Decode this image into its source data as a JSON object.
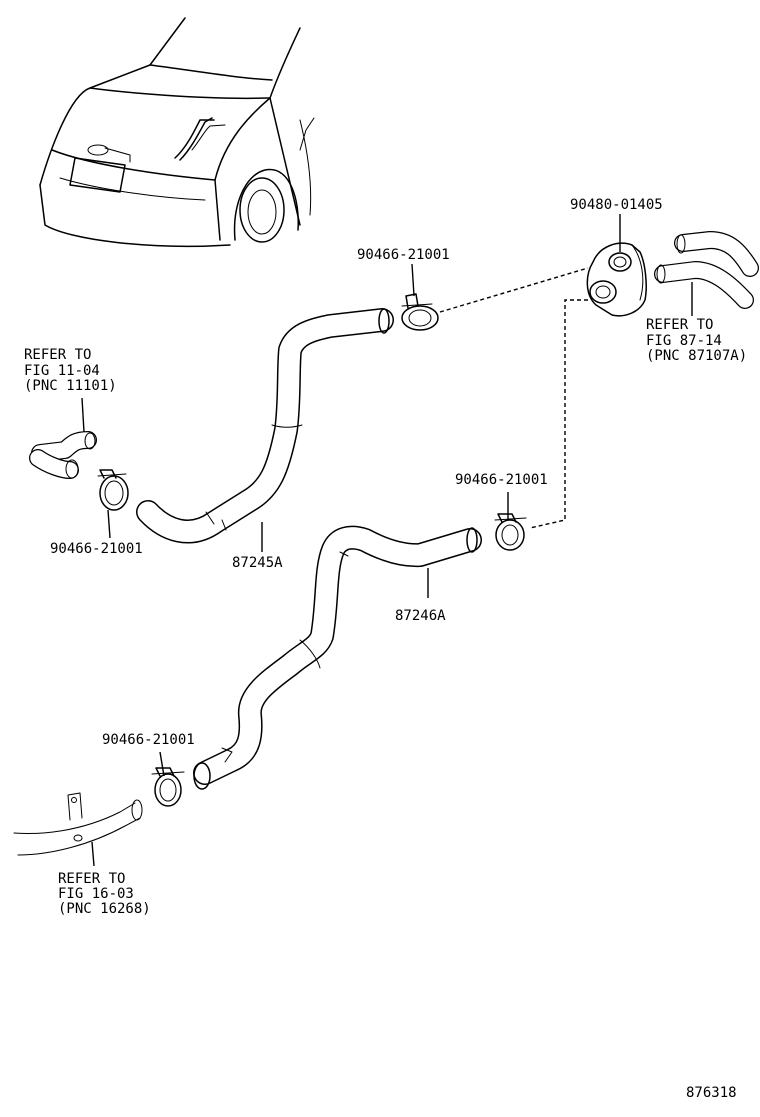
{
  "diagram": {
    "part_labels": {
      "grommet": "90480-01405",
      "clamp_top": "90466-21001",
      "clamp_left": "90466-21001",
      "clamp_mid_right": "90466-21001",
      "clamp_bottom": "90466-21001",
      "hose_upper": "87245A",
      "hose_lower": "87246A"
    },
    "refer_left": {
      "line1": "REFER TO",
      "line2": "FIG 11-04",
      "line3": "(PNC 11101)"
    },
    "refer_right": {
      "line1": "REFER TO",
      "line2": "FIG 87-14",
      "line3": "(PNC 87107A)"
    },
    "refer_bottom": {
      "line1": "REFER TO",
      "line2": "FIG 16-03",
      "line3": "(PNC 16268)"
    },
    "figure_number": "876318"
  }
}
